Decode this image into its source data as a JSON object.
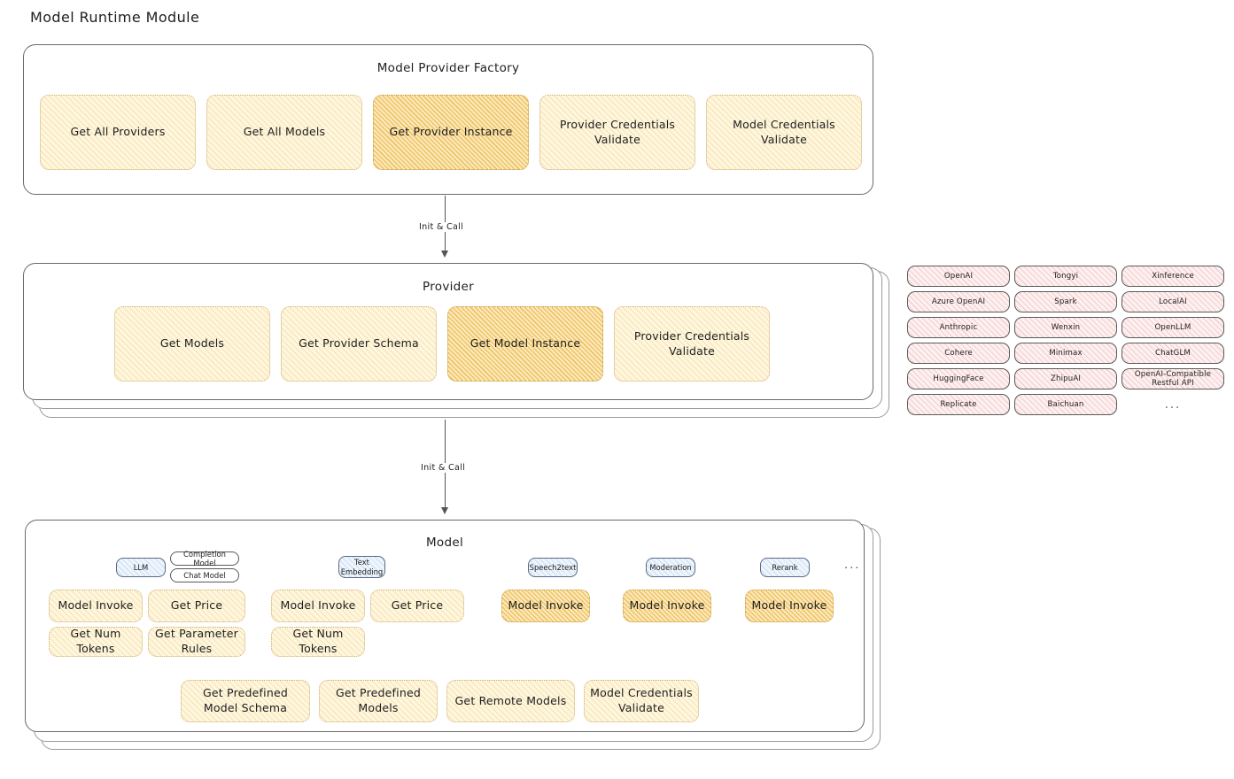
{
  "page": {
    "title": "Model Runtime Module"
  },
  "factory": {
    "title": "Model Provider Factory",
    "methods": [
      {
        "label": "Get All Providers",
        "highlighted": false
      },
      {
        "label": "Get All Models",
        "highlighted": false
      },
      {
        "label": "Get Provider Instance",
        "highlighted": true
      },
      {
        "label": "Provider Credentials Validate",
        "highlighted": false
      },
      {
        "label": "Model Credentials Validate",
        "highlighted": false
      }
    ]
  },
  "arrows": [
    {
      "label": "Init & Call"
    },
    {
      "label": "Init & Call"
    }
  ],
  "provider": {
    "title": "Provider",
    "methods": [
      {
        "label": "Get Models",
        "highlighted": false
      },
      {
        "label": "Get Provider Schema",
        "highlighted": false
      },
      {
        "label": "Get Model Instance",
        "highlighted": true
      },
      {
        "label": "Provider Credentials Validate",
        "highlighted": false
      }
    ]
  },
  "provider_list": {
    "columns": [
      [
        "OpenAI",
        "Azure OpenAI",
        "Anthropic",
        "Cohere",
        "HuggingFace",
        "Replicate"
      ],
      [
        "Tongyi",
        "Spark",
        "Wenxin",
        "Minimax",
        "ZhipuAI",
        "Baichuan"
      ],
      [
        "Xinference",
        "LocalAI",
        "OpenLLM",
        "ChatGLM",
        "OpenAI-Compatible Restful API",
        "..."
      ]
    ]
  },
  "model": {
    "title": "Model",
    "more_indicator": "...",
    "types": [
      {
        "badge": "LLM",
        "sub_badges": [
          "Completion Model",
          "Chat Model"
        ],
        "methods": [
          {
            "label": "Model Invoke",
            "highlighted": true
          },
          {
            "label": "Get Price",
            "highlighted": false
          },
          {
            "label": "Get Num Tokens",
            "highlighted": false
          },
          {
            "label": "Get Parameter Rules",
            "highlighted": false
          }
        ]
      },
      {
        "badge": "Text Embedding",
        "sub_badges": [],
        "methods": [
          {
            "label": "Model Invoke",
            "highlighted": true
          },
          {
            "label": "Get Price",
            "highlighted": false
          },
          {
            "label": "Get Num Tokens",
            "highlighted": false
          }
        ]
      },
      {
        "badge": "Speech2text",
        "sub_badges": [],
        "methods": [
          {
            "label": "Model Invoke",
            "highlighted": true
          }
        ]
      },
      {
        "badge": "Moderation",
        "sub_badges": [],
        "methods": [
          {
            "label": "Model Invoke",
            "highlighted": true
          }
        ]
      },
      {
        "badge": "Rerank",
        "sub_badges": [],
        "methods": [
          {
            "label": "Model Invoke",
            "highlighted": true
          }
        ]
      }
    ],
    "shared_methods": [
      {
        "label": "Get Predefined Model Schema"
      },
      {
        "label": "Get Predefined Models"
      },
      {
        "label": "Get Remote Models"
      },
      {
        "label": "Model Credentials Validate"
      }
    ]
  },
  "colors": {
    "accent_yellow": "#fdf6e0",
    "accent_yellow_highlight": "#fbe9bd",
    "chip_pink": "#fdf0f0",
    "badge_blue": "#eef5fc",
    "stroke": "#6a6a6a"
  }
}
